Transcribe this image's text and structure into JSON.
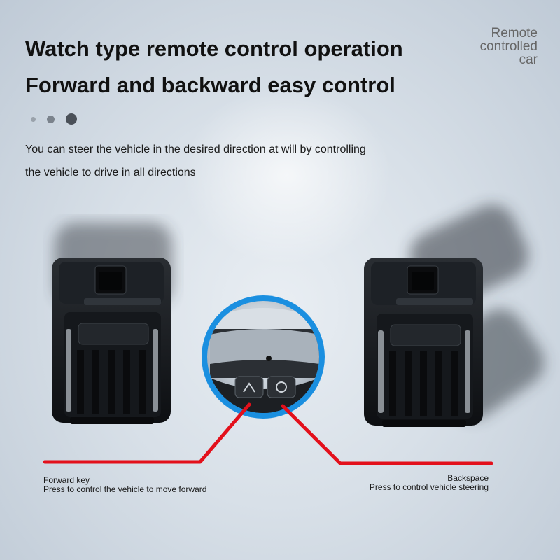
{
  "header": {
    "title_line1": "Watch type remote control operation",
    "title_line2": "Forward and backward easy control",
    "brand_lines": [
      "Remote",
      "controlled",
      "car"
    ]
  },
  "description": {
    "line1": "You can steer the vehicle in the desired direction at will by controlling",
    "line2": "the vehicle to drive in all directions"
  },
  "callouts": {
    "forward": {
      "title": "Forward key",
      "text": "Press to control the vehicle to move forward"
    },
    "backspace": {
      "title": "Backspace",
      "text": "Press to control vehicle steering"
    }
  },
  "colors": {
    "accent_line": "#e3101b",
    "ring": "#1a8fe0",
    "car_body": "#15181c"
  }
}
